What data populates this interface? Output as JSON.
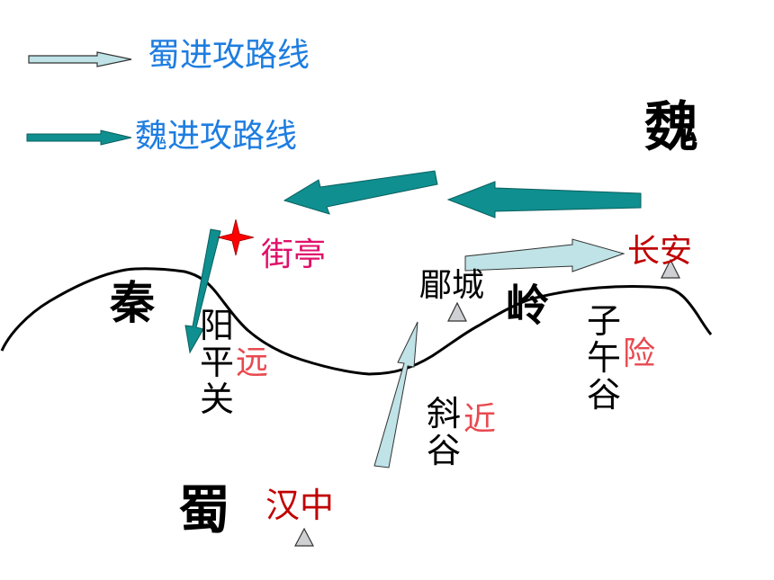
{
  "legend": {
    "shu_route": "蜀进攻路线",
    "wei_route": "魏进攻路线"
  },
  "regions": {
    "wei": "魏",
    "shu": "蜀",
    "qin": "秦",
    "ling": "岭"
  },
  "places": {
    "jieting": "街亭",
    "changan": "长安",
    "meicheng": "郿城",
    "hanzhong": "汉中"
  },
  "passes": {
    "yangpingguan": [
      "阳",
      "平",
      "关"
    ],
    "yangpingguan_note": "远",
    "xiegu": [
      "斜",
      "谷"
    ],
    "xiegu_note": "近",
    "ziwugu": [
      "子",
      "午",
      "谷"
    ],
    "ziwugu_note": "险"
  },
  "colors": {
    "shu_arrow": "#bfe3e6",
    "wei_arrow": "#0f8f8f",
    "legend_text": "#1e7de0",
    "city_red": "#c00000",
    "jieting_pink": "#e0106a",
    "note_red": "#e84a50",
    "mountain": "#000000",
    "star": "#ff0000"
  },
  "icons": {
    "city_marker": "triangle-icon",
    "battle_marker": "star-icon"
  }
}
